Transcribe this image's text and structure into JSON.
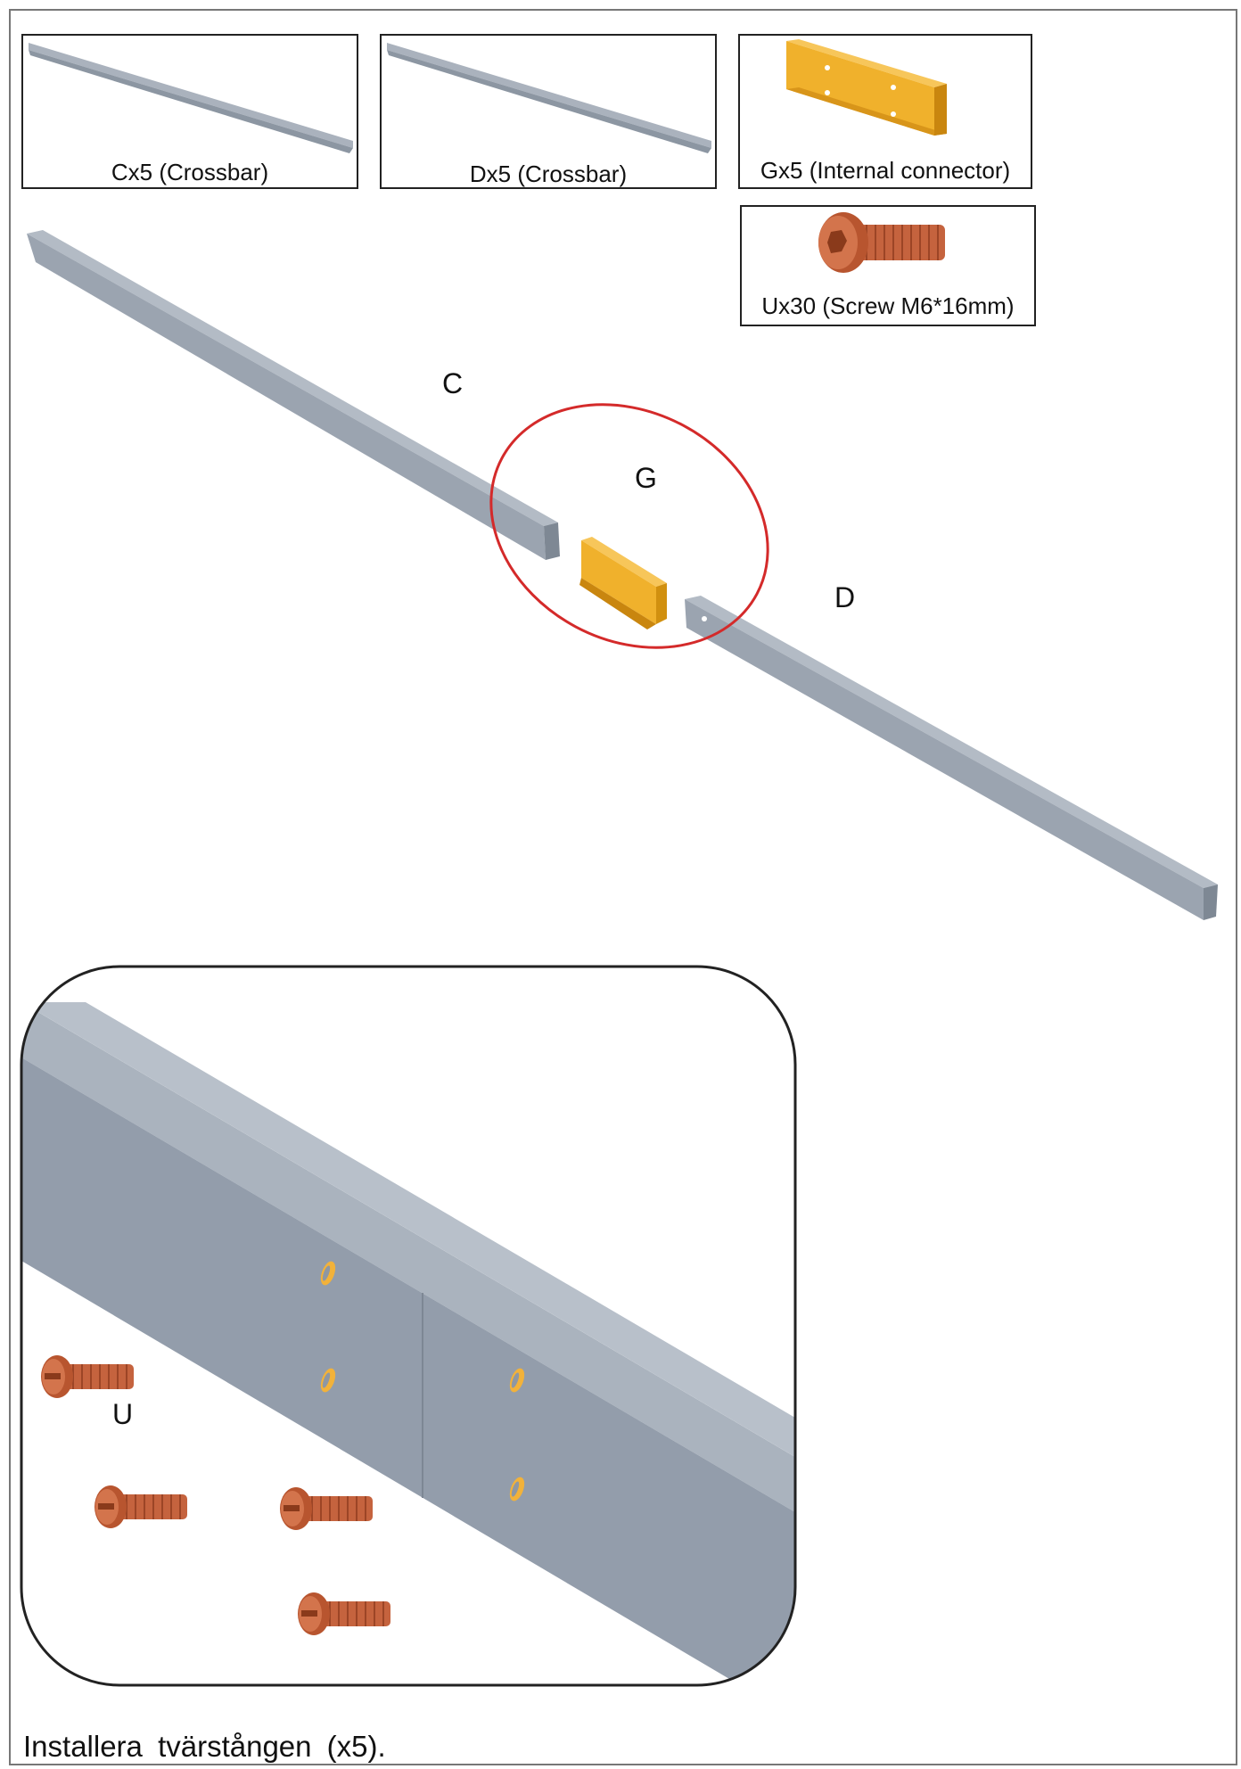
{
  "parts": [
    {
      "id": "C",
      "label": "Cx5 (Crossbar)",
      "icon": "crossbar"
    },
    {
      "id": "D",
      "label": "Dx5 (Crossbar)",
      "icon": "crossbar"
    },
    {
      "id": "G",
      "label": "Gx5 (Internal connector)",
      "icon": "channel-connector"
    },
    {
      "id": "U",
      "label": "Ux30 (Screw M6*16mm)",
      "icon": "hex-screw"
    }
  ],
  "diagram": {
    "label_c": "C",
    "label_g": "G",
    "label_d": "D",
    "label_u": "U",
    "colors": {
      "bar": "#9ba4b0",
      "bar_dark": "#7e8894",
      "connector": "#f0b12c",
      "screw": "#c5633e",
      "highlight": "#d42a2a"
    }
  },
  "caption": "Installera tvärstången (x5)."
}
